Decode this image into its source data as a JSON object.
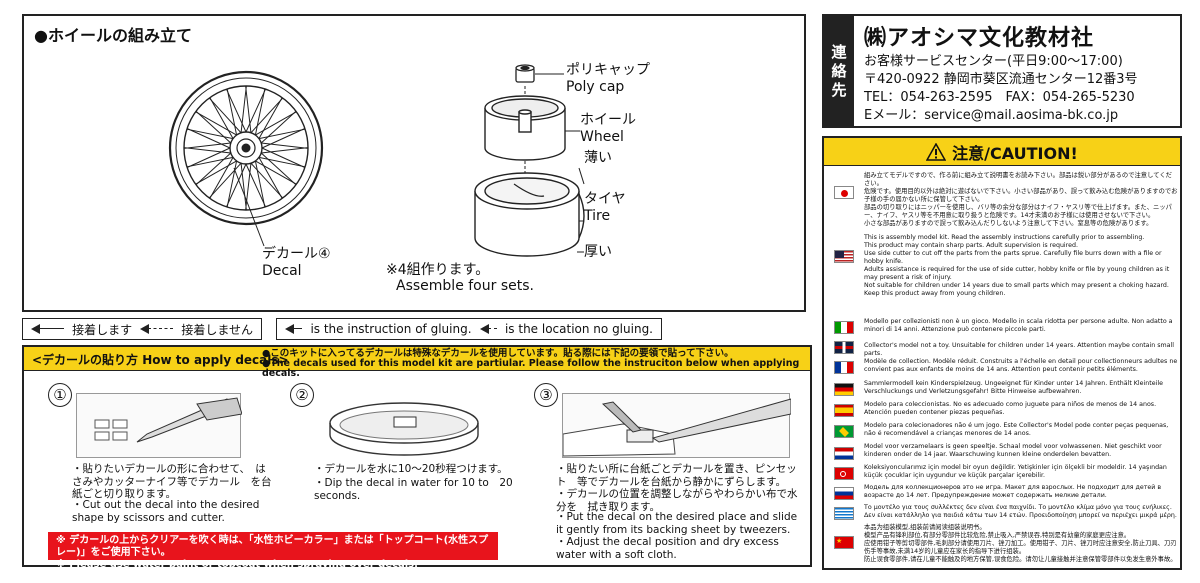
{
  "assembly": {
    "title": "●ホイールの組み立て",
    "polycap_jp": "ポリキャップ",
    "polycap_en": "Poly cap",
    "wheel_jp": "ホイール",
    "wheel_en": "Wheel",
    "thin": "薄い",
    "tire_jp": "タイヤ",
    "tire_en": "Tire",
    "thick": "厚い",
    "decal_jp": "デカール④",
    "decal_en": "Decal",
    "sets_jp": "※4組作ります。",
    "sets_en": "Assemble four sets."
  },
  "legend": {
    "glue_jp": "接着します",
    "noglue_jp": "接着しません",
    "glue_en": "is the instruction of gluing.",
    "noglue_en": "is the location no gluing."
  },
  "decals": {
    "title": "<デカールの貼り方 How to apply decals>",
    "note_jp": "●このキットに入ってるデカールは特殊なデカールを使用しています。貼る際には下記の要領で貼って下さい。",
    "note_en": "●The decals used for this model kit are partiular. Please follow the instruciton below when applying decals.",
    "steps": [
      {
        "num": "①",
        "jp": "・貼りたいデカールの形に合わせて、　はさみやカッターナイフ等でデカール　を台紙ごと切り取ります。",
        "en": "・Cut out the decal into the desired　shape by scissors and cutter."
      },
      {
        "num": "②",
        "jp": "・デカールを水に10～20秒程つけます。",
        "en": "・Dip the decal in water for 10 to　20 seconds."
      },
      {
        "num": "③",
        "jp": "・貼りたい所に台紙ごとデカールを置き、ピンセット　等でデカールを台紙から静かにずらします。\n・デカールの位置を調整しながらやわらかい布で水分を　拭き取ります。",
        "en": "・Put the decal on the desired place and slide　it gently from its backing sheet by tweezers.\n・Adjust the decal position and dry excess　water with a soft cloth."
      }
    ],
    "warn_jp": "※ デカールの上からクリアーを吹く時は、「水性ホビーカラー」または「トップコート(水性スプレー)」をご使用下さい。",
    "warn_en": "※ Please use water paint or topcoat when spraying over decals."
  },
  "contact": {
    "side": [
      "連",
      "絡",
      "先"
    ],
    "company": "㈱アオシマ文化教材社",
    "service": "お客様サービスセンター(平日9:00～17:00)",
    "address": "〒420-0922 静岡市葵区流通センター12番3号",
    "tel": "TEL：054-263-2595　FAX：054-265-5230",
    "email": "Eメール：service@mail.aosima-bk.co.jp"
  },
  "caution": {
    "title": "注意/CAUTION!",
    "icon": "warning-triangle-icon",
    "texts": {
      "jp": "組み立てモデルですので、作る前に組み立て説明書をお読み下さい。部品は鋭い部分があるので注意してください。\n危険です。使用目的以外は絶対に遊ばないで下さい。小さい部品があり、誤って飲み込む危険がありますのでお子様の手の届かない所に保管して下さい。\n部品の切り取りにはニッパーを使用し、バリ等の余分な部分はナイフ・ヤスリ等で仕上げます。また、ニッパー、ナイフ、ヤスリ等を不用意に取り扱うと危険です。14才未満のお子様には使用させないで下さい。\n小さな部品がありますので誤って飲み込んだりしないよう注意して下さい。窒息等の危険があります。",
      "en": "This is assembly model kit. Read the assembly instructions carefully prior to assembling.\nThis product may contain sharp parts. Adult supervision is required.\nUse side cutter to cut off the parts from the parts sprue. Carefully file burrs down with a file or hobby knife.\nAdults assistance is required for the use of side cutter, hobby knife or file by young children as it may present a risk of injury.\nNot suitable for children under 14 years due to small parts which may present a choking hazard. Keep this product away from young children.",
      "it": "Modello per collezionisti non è un gioco. Modello in scala ridotta per persone adulte. Non adatto a minori di 14 anni. Attenzione può contenere piccole parti.",
      "uk": "Collector's model not a toy. Unsuitable for children under 14 years. Attention maybe contain small parts.",
      "fr": "Modèle de collection. Modèle réduit. Construits a l'échelle en detail pour collectionneurs adultes ne convient pas aux enfants de moins de 14 ans. Attention peut contenir petits éléments.",
      "de": "Sammlermodell kein Kinderspielzeug. Ungeeignet für Kinder unter 14 Jahren. Enthält Kleinteile Verschluckungs und Verletzungsgefahr! Bitte Hinweise aufbewahren.",
      "es": "Modelo para coleccionistas. No es adecuado como juguete para niños de menos de 14 anos. Atención pueden contener piezas pequeñas.",
      "br": "Modelo para colecionadores não é um jogo. Este Collector's Model pode conter peças pequenas, não é recomendável a crianças menores de 14 anos.",
      "nl": "Model voor verzamelaars is geen speeltje. Schaal model voor volwassenen. Niet geschikt voor kinderen onder de 14 jaar. Waarschuwing kunnen kleine onderdelen bevatten.",
      "tr": "Koleksiyoncularımız için model bir oyun değildir. Yetişkinler için ölçekli bir modeldir. 14 yaşından küçük çocuklar için uygundur ve küçük parçalar içerebilir.",
      "ru": "Модель для коллекционеров это не игра. Макет для взрослых. Не подходит для детей в возрасте до 14 лет. Предупреждение может содержать мелкие детали.",
      "gr": "Το μοντέλο για τους συλλέκτες δεν είναι ένα παιχνίδι. Το μοντέλο κλίμα μόνο για τους ενήλικες. Δεν είναι κατάλληλο για παιδιά κάτω των 14 ετών. Προειδοποίηση μπορεί να περιέχει μικρά μέρη.",
      "cn": "本品为组装模型,组装前请阅读组装说明书。\n模型产品有锋利部位,有部分零部件比较危险,禁止吸入,严禁误吞,特别是有幼童的家庭更应注意。\n应使用钳子等剪切零部件,毛刺部分请使用刀片、锉刀加工。使用钳子、刀片、锉刀时应注意安全,防止刀具、刀刃伤手等事故,未满14岁的儿童应在家长的指导下进行组装。\n防止误食零部件,请在儿童不能触及的地方保管,误食危险。请勿让儿童接触并注意保管零部件以免发生意外事故。"
    }
  }
}
